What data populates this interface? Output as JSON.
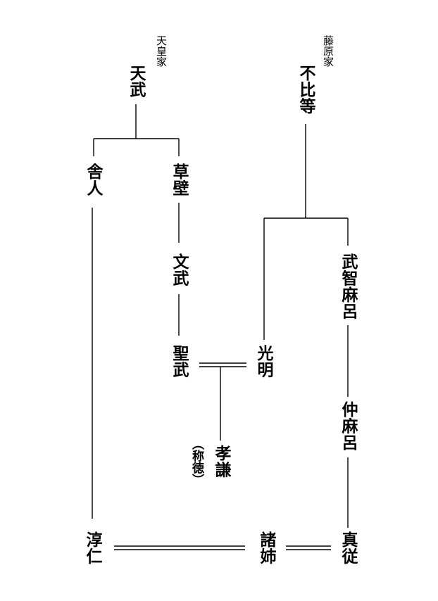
{
  "clans": {
    "imperial": "天皇家",
    "fujiwara": "藤原家"
  },
  "people": {
    "tenmu": "天武",
    "fuhito": "不比等",
    "toneri": "舎人",
    "kusakabe": "草壁",
    "monmu": "文武",
    "shomu": "聖武",
    "komyo": "光明",
    "muchimaro": "武智麻呂",
    "nakamaro": "仲麻呂",
    "koken": "孝謙",
    "koken_alt": "（称徳）",
    "junnin": "淳仁",
    "moroane": "諸姉",
    "masayori": "真従"
  }
}
